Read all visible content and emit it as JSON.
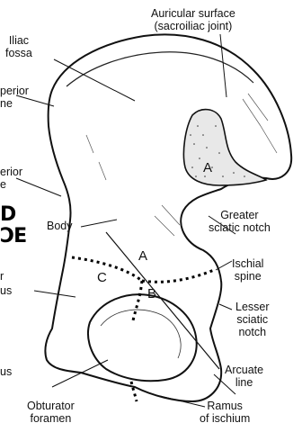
{
  "labels": {
    "auricular_surface": "Auricular surface",
    "auricular_surface_sub": "(sacroiliac joint)",
    "iliac_fossa_1": "Iliac",
    "iliac_fossa_2": "fossa",
    "superior_frag_1": "perior",
    "superior_frag_2": "ne",
    "inferior_frag_1": "erior",
    "inferior_frag_2": "e",
    "body": "Body",
    "greater_sciatic_1": "Greater",
    "greater_sciatic_2": "sciatic notch",
    "ischial_spine_1": "Ischial",
    "ischial_spine_2": "spine",
    "lesser_sciatic_1": "Lesser",
    "lesser_sciatic_2": "sciatic",
    "lesser_sciatic_3": "notch",
    "arcuate_1": "Arcuate",
    "arcuate_2": "line",
    "ramus_1": "Ramus",
    "ramus_2": "of ischium",
    "obturator_1": "Obturator",
    "obturator_2": "foramen",
    "left_frag_r": "r",
    "left_frag_us": "us",
    "left_frag_us2": "us",
    "stray_d": "D",
    "stray_logo": "ƆE"
  },
  "regions": {
    "a_auricular": "A",
    "a_body": "A",
    "b": "B",
    "c": "C"
  }
}
